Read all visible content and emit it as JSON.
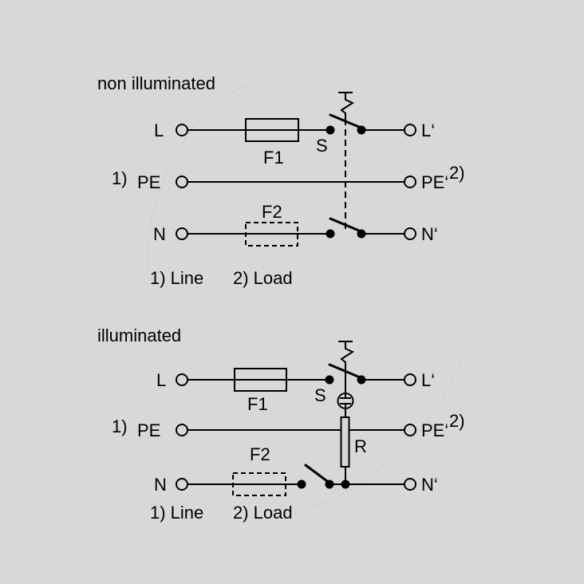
{
  "colors": {
    "background": "#d8d8d8",
    "ink": "#000000",
    "watermark": "#c9c9c9"
  },
  "top": {
    "title": "non illuminated",
    "terminals": {
      "l": "L",
      "pe": "PE",
      "n": "N",
      "l_out": "L‘",
      "pe_out": "PE‘",
      "n_out": "N‘"
    },
    "refs": {
      "line": "1)",
      "load": "2)"
    },
    "fuse1": "F1",
    "fuse2": "F2",
    "switch": "S",
    "legend": {
      "line": "1) Line",
      "load": "2) Load"
    }
  },
  "bottom": {
    "title": "illuminated",
    "terminals": {
      "l": "L",
      "pe": "PE",
      "n": "N",
      "l_out": "L‘",
      "pe_out": "PE‘",
      "n_out": "N‘"
    },
    "refs": {
      "line": "1)",
      "load": "2)"
    },
    "fuse1": "F1",
    "fuse2": "F2",
    "switch": "S",
    "resistor": "R",
    "legend": {
      "line": "1) Line",
      "load": "2) Load"
    }
  }
}
